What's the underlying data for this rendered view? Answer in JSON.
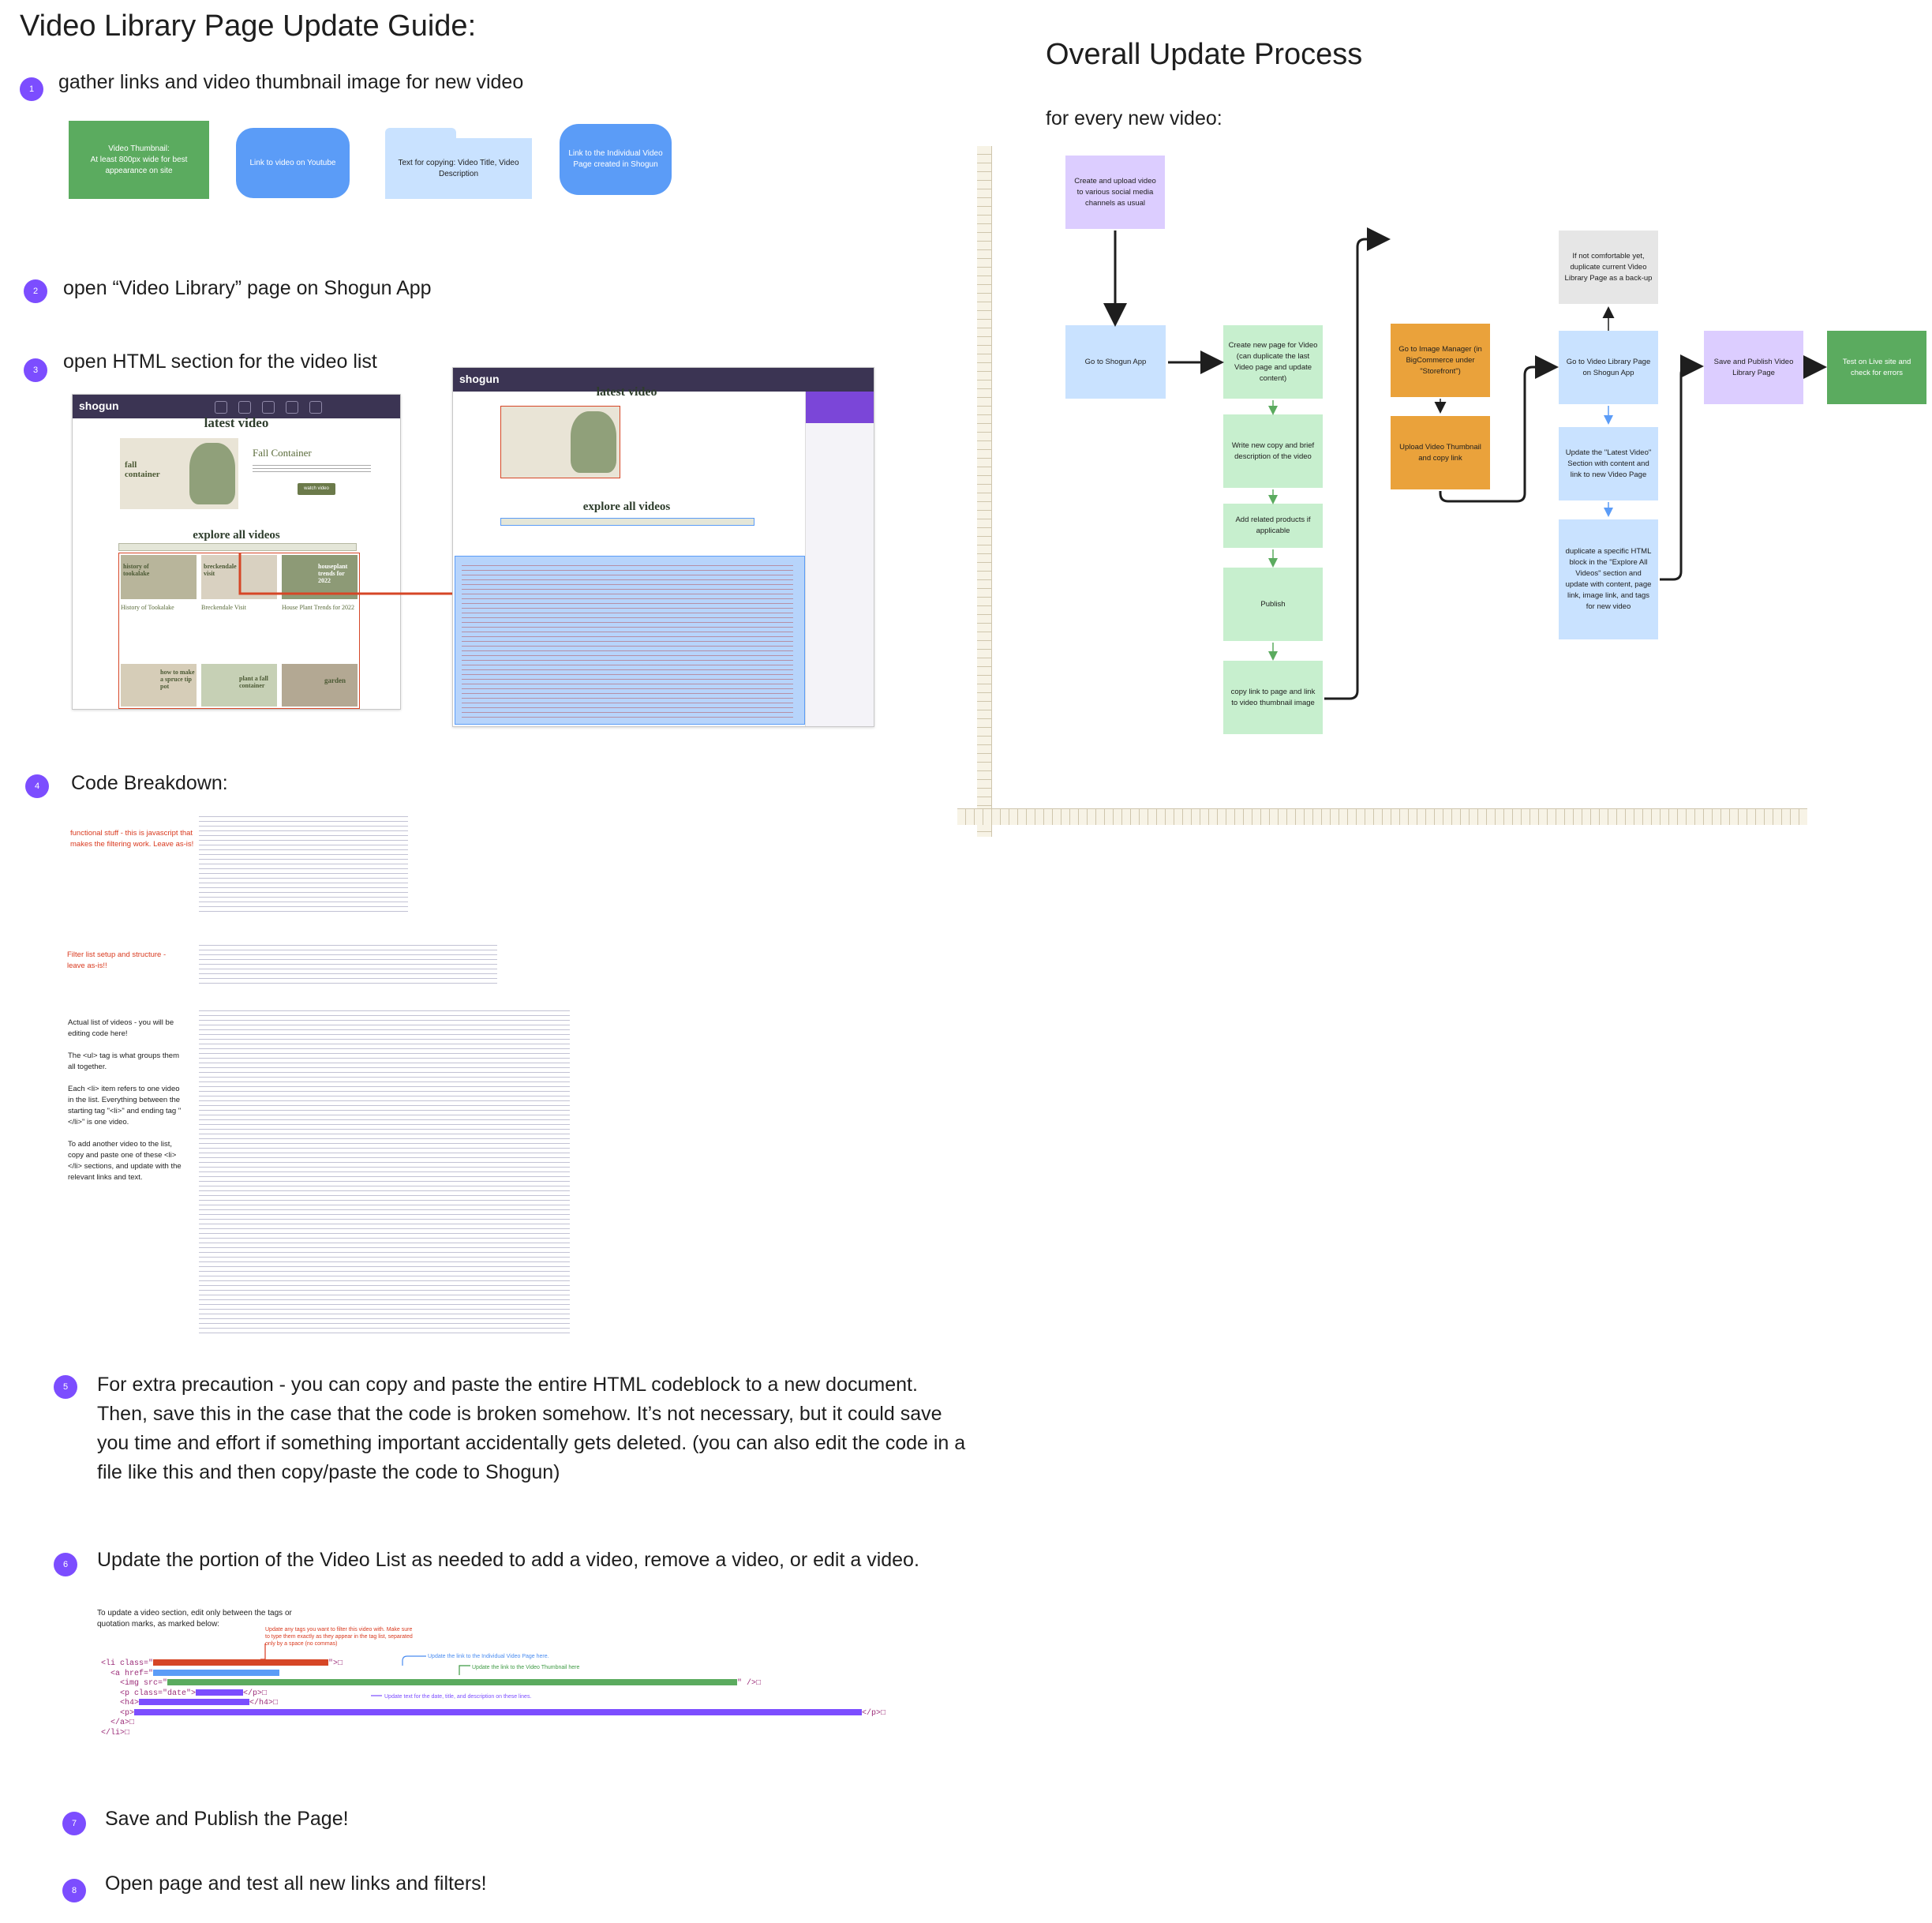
{
  "left": {
    "title": "Video Library Page Update Guide:",
    "steps": [
      {
        "num": "1",
        "text": "gather links and video thumbnail image for new video"
      },
      {
        "num": "2",
        "text": "open “Video Library” page on Shogun App"
      },
      {
        "num": "3",
        "text": "open HTML section for the video list"
      },
      {
        "num": "4",
        "text": "Code Breakdown:"
      },
      {
        "num": "5",
        "text": "For extra precaution - you can copy and paste the entire HTML codeblock to a new document. Then, save this in the case that the code is broken somehow. It’s not necessary, but it could save you time and effort if something important accidentally gets deleted. (you can also edit the code in a file like this and then copy/paste the code to Shogun)"
      },
      {
        "num": "6",
        "text": "Update the portion of the Video List as needed to add a video, remove a video, or edit a video."
      },
      {
        "num": "7",
        "text": "Save and Publish the Page!"
      },
      {
        "num": "8",
        "text": "Open page and test all new links and filters!"
      }
    ],
    "cards": [
      {
        "text": "Video Thumbnail:\nAt least 800px wide for best appearance on site",
        "color": "#5bab5f",
        "text_color": "#ffffff"
      },
      {
        "text": "Link to video on Youtube",
        "color": "#5b9cf7",
        "text_color": "#ffffff"
      },
      {
        "text": "Text for copying: Video Title, Video Description",
        "color": "#c9e2ff",
        "text_color": "#1e1e1e"
      },
      {
        "text": "Link to the Individual Video Page created in Shogun",
        "color": "#5b9cf7",
        "text_color": "#ffffff"
      }
    ],
    "screenshot": {
      "logo": "shogun",
      "heading": "latest video",
      "feature_title": "Fall Container",
      "feature_thumb": "fall container",
      "button": "watch video",
      "explore": "explore all videos",
      "grid_titles": [
        "History of Tookalake",
        "Breckendale Visit",
        "House Plant Trends for 2022"
      ],
      "grid_thumbs": [
        "history of tookalake",
        "breckendale visit",
        "houseplant trends for 2022",
        "how to make a spruce tip pot",
        "plant a fall container",
        "garden"
      ]
    },
    "code_notes": [
      {
        "text": "functional stuff - this is javascript that makes the filtering work. Leave as-is!",
        "color": "#d93a1f"
      },
      {
        "text": "Filter list setup and structure - leave as-is!!",
        "color": "#d93a1f"
      },
      {
        "text": "Actual list of videos - you will be editing code here!\n\nThe <ul> tag is what groups them all together.\n\nEach <li> item refers to one video in the list. Everything between the starting tag \"<li>\" and ending tag \"</li>\" is one video.\n\nTo add another video to the list, copy and paste one of these <li></li> sections, and update with the relevant links and text.",
        "color": "#1e1e1e"
      }
    ],
    "snippet": {
      "intro": "To update a video section, edit only between the tags or quotation marks, as marked below:",
      "annot_tags": "Update any tags you want to filter this video with. Make sure to type them exactly as they appear in the tag list, separated only by a space (no commas)",
      "annot_page": "Update the link to the Individual Video Page here.",
      "annot_thumb": "Update the link to the Video Thumbnail here",
      "annot_text": "Update text for the date, title, and description on these lines.",
      "lines": [
        "<li class=\"",
        "\">□",
        "<a href=\"",
        "<img src=\"",
        "\" />□",
        "<p class=\"date\">",
        "</p>□",
        "<h4>",
        "</h4>□",
        "<p>",
        "</p>□",
        "</a>□",
        "</li>□"
      ]
    }
  },
  "right": {
    "title": "Overall Update Process",
    "subtitle": "for every new video:",
    "nodes": {
      "create": "Create and upload video to various social media channels as usual",
      "goto_shogun": "Go to Shogun App",
      "create_page": "Create new page for Video (can duplicate the last Video page and update content)",
      "write_copy": "Write new copy and brief description of the  video",
      "add_products": "Add related products if applicable",
      "publish": "Publish",
      "copy_link": "copy link to page and link to video thumbnail image",
      "image_manager": "Go to Image Manager (in BigCommerce under \"Storefront\")",
      "upload": "Upload Video Thumbnail and copy link",
      "backup": "If not comfortable yet, duplicate current Video Library Page as a back-up",
      "goto_library": "Go to Video Library Page on Shogun App",
      "update_latest": "Update the \"Latest Video\" Section with content and link to new Video Page",
      "duplicate_block": "duplicate a specific HTML block in the \"Explore All Videos\" section and update with content, page link, image link, and tags for new video",
      "save_publish": "Save and Publish Video Library Page",
      "test": "Test on Live site and check for errors"
    },
    "colors": {
      "purple": "#dccdff",
      "blue": "#c9e2ff",
      "green": "#c7efce",
      "orange": "#eaa23b",
      "gray": "#e6e6e6",
      "dark_green": "#5bab5f",
      "badge": "#7c4dff"
    }
  }
}
